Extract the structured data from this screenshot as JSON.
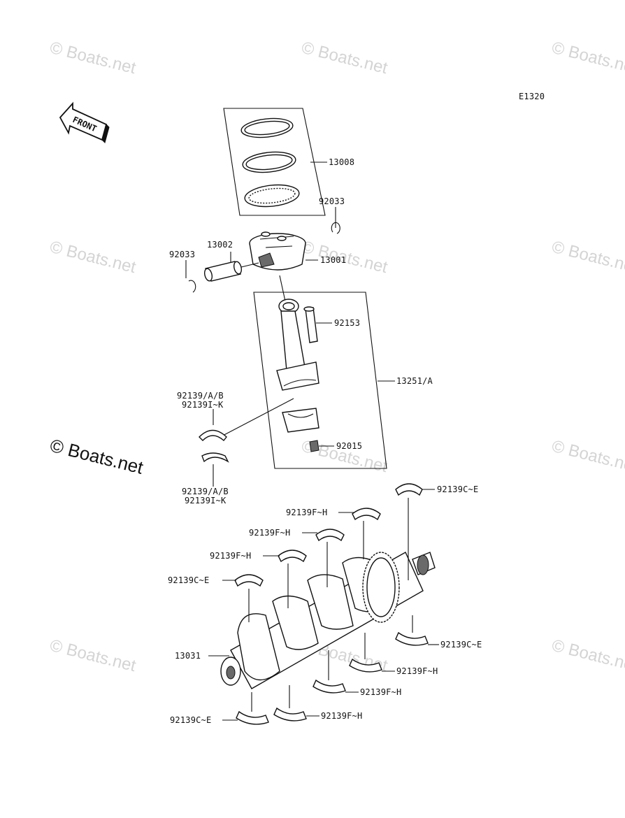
{
  "diagram_code": "E1320",
  "front_label": "FRONT",
  "watermark": "© Boats.net",
  "labels": {
    "p13008": "13008",
    "p92033_right": "92033",
    "p13002": "13002",
    "p92033_left": "92033",
    "p13001": "13001",
    "p92153": "92153",
    "p13251": "13251/A",
    "p92139_upper_a": "92139/A/B",
    "p92139_upper_b": "92139I~K",
    "p92015": "92015",
    "p92139_lower_a": "92139/A/B",
    "p92139_lower_b": "92139I~K",
    "main_ce_top_right": "92139C~E",
    "main_fh_1": "92139F~H",
    "main_fh_2": "92139F~H",
    "main_fh_3": "92139F~H",
    "main_ce_left": "92139C~E",
    "p13031": "13031",
    "main_ce_bottom_right": "92139C~E",
    "main_fh_b1": "92139F~H",
    "main_fh_b2": "92139F~H",
    "main_fh_b3": "92139F~H",
    "main_ce_bottom_left": "92139C~E"
  }
}
